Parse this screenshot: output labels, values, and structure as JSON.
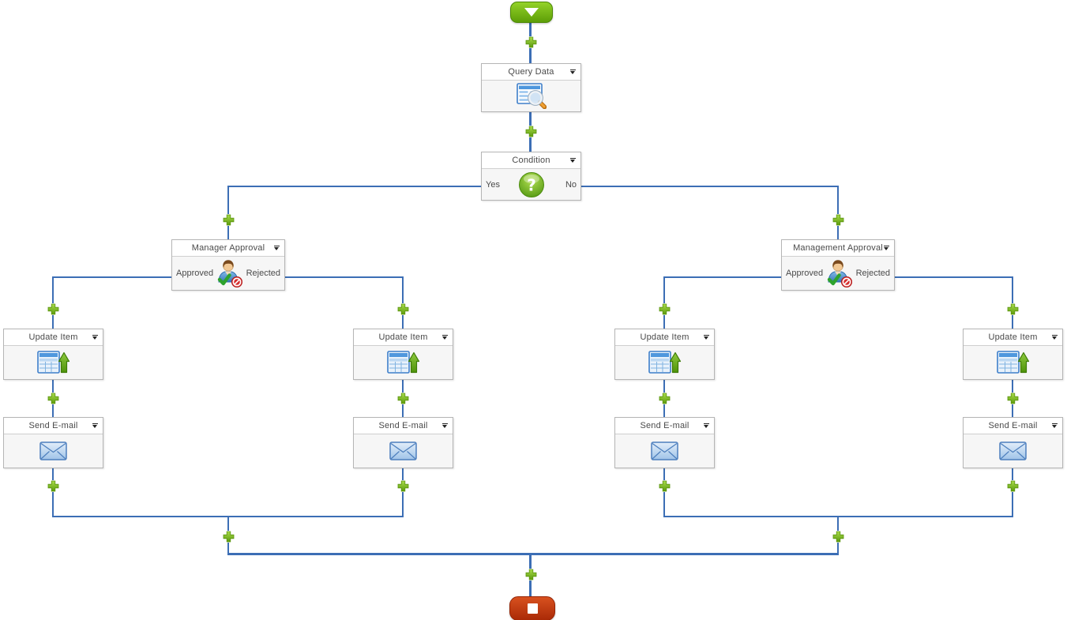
{
  "workflow": {
    "start": {
      "icon": "start-arrow-icon"
    },
    "steps": {
      "query_data": {
        "title": "Query Data",
        "icon": "query-data-icon"
      },
      "condition": {
        "title": "Condition",
        "yes_label": "Yes",
        "no_label": "No",
        "icon": "question-orb-icon"
      },
      "manager_approval": {
        "title": "Manager Approval",
        "approved_label": "Approved",
        "rejected_label": "Rejected",
        "icon": "approval-user-icon"
      },
      "management_approval": {
        "title": "Management Approval",
        "approved_label": "Approved",
        "rejected_label": "Rejected",
        "icon": "approval-user-icon"
      },
      "update_items": [
        {
          "title": "Update Item",
          "icon": "update-item-icon"
        },
        {
          "title": "Update Item",
          "icon": "update-item-icon"
        },
        {
          "title": "Update Item",
          "icon": "update-item-icon"
        },
        {
          "title": "Update Item",
          "icon": "update-item-icon"
        }
      ],
      "send_emails": [
        {
          "title": "Send E-mail",
          "icon": "send-email-icon"
        },
        {
          "title": "Send E-mail",
          "icon": "send-email-icon"
        },
        {
          "title": "Send E-mail",
          "icon": "send-email-icon"
        },
        {
          "title": "Send E-mail",
          "icon": "send-email-icon"
        }
      ]
    },
    "end": {
      "icon": "stop-square-icon"
    }
  },
  "colors": {
    "connector_blue": "#3c6eb5",
    "plus_green": "#76b82a",
    "start_green": "#6fae12",
    "end_red": "#c23a12",
    "node_border": "#b5b5b5",
    "node_header_bg": "#ffffff",
    "node_body_bg": "#f6f6f6",
    "label_text": "#4a4a4a"
  }
}
